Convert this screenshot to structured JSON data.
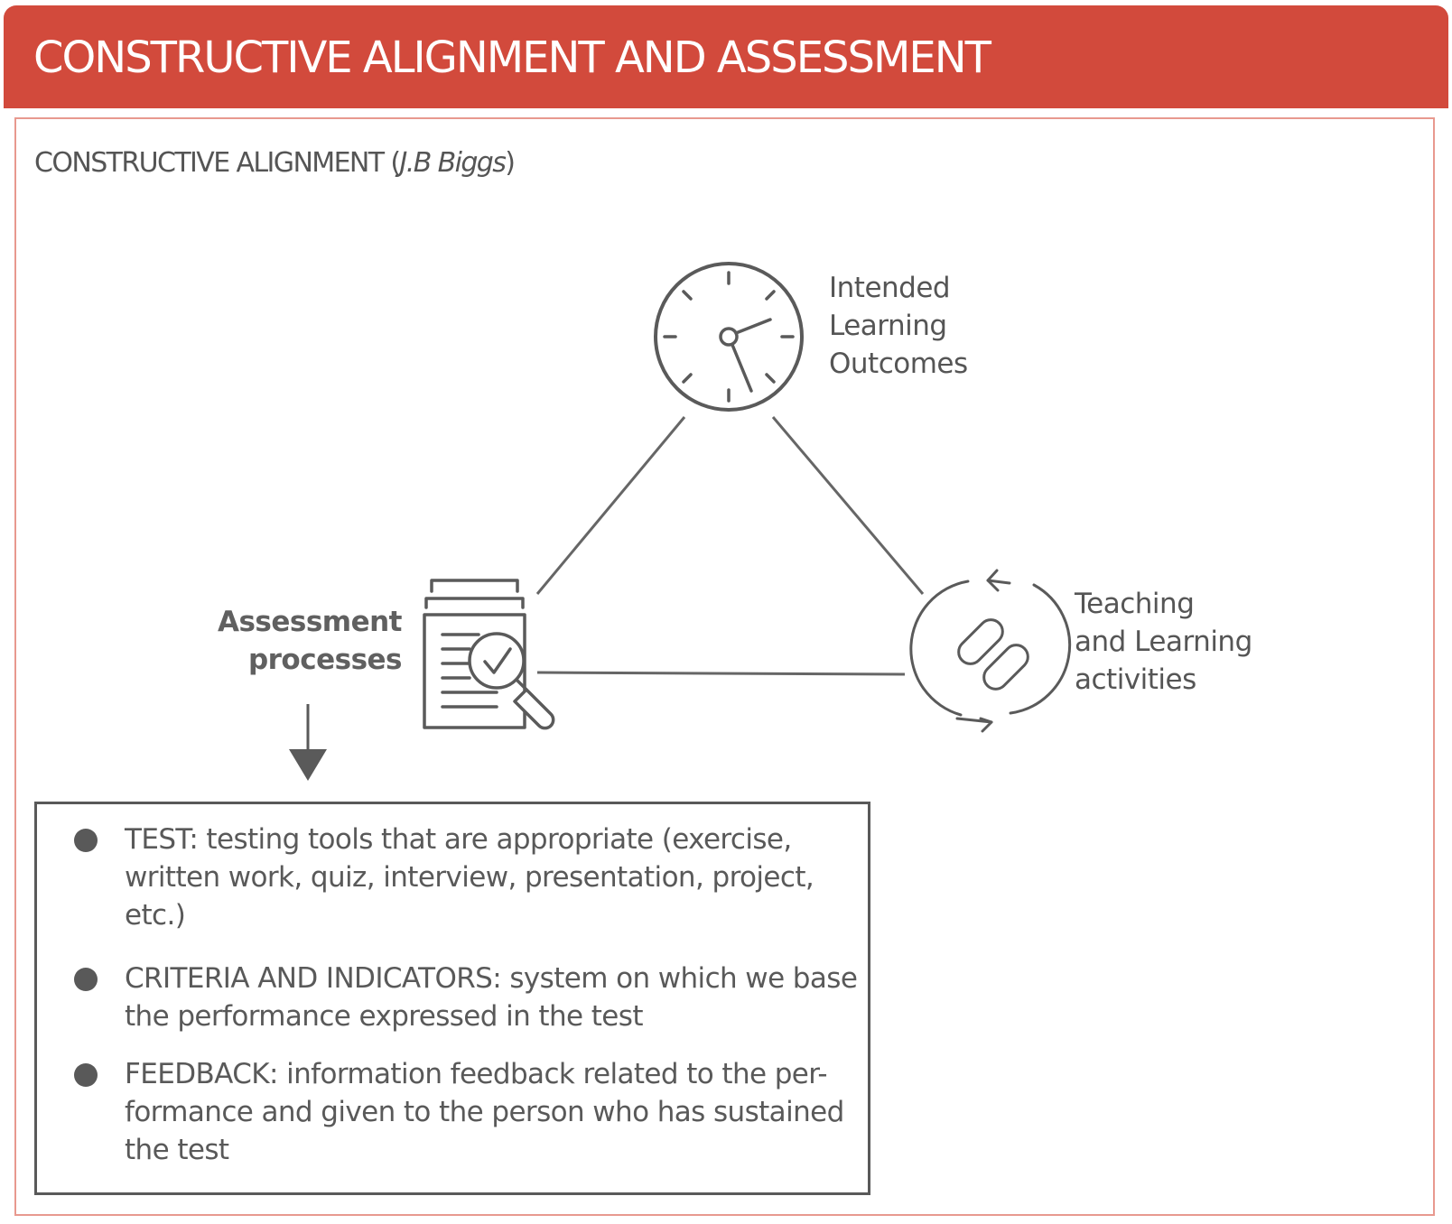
{
  "header": {
    "title": "CONSTRUCTIVE ALIGNMENT AND ASSESSMENT",
    "color": "#d24a3c"
  },
  "subtitle": {
    "text": "CONSTRUCTIVE ALIGNMENT (",
    "author": "J.B Biggs",
    "close": ")"
  },
  "nodes": {
    "ilo": {
      "lines": [
        "Intended",
        "Learning",
        "Outcomes"
      ],
      "icon": "clock-icon"
    },
    "tla": {
      "lines": [
        "Teaching",
        "and Learning",
        "activities"
      ],
      "icon": "link-cycle-icon"
    },
    "ap": {
      "lines": [
        "Assessment",
        "processes"
      ],
      "icon": "document-magnifier-icon"
    }
  },
  "criteria": {
    "items": [
      {
        "lines": [
          "TEST: testing tools that are appropriate (exercise,",
          "written work, quiz, interview, presentation, project,",
          "etc.)"
        ]
      },
      {
        "lines": [
          "CRITERIA AND INDICATORS: system on which we base",
          "the performance expressed in the test"
        ]
      },
      {
        "lines": [
          "FEEDBACK: information feedback related to the per-",
          "formance and given to the person who has sustained",
          "the test"
        ]
      }
    ]
  },
  "colors": {
    "accent": "#d24a3c",
    "panel_border": "#e8998f",
    "text": "#555555",
    "line": "#666666"
  }
}
